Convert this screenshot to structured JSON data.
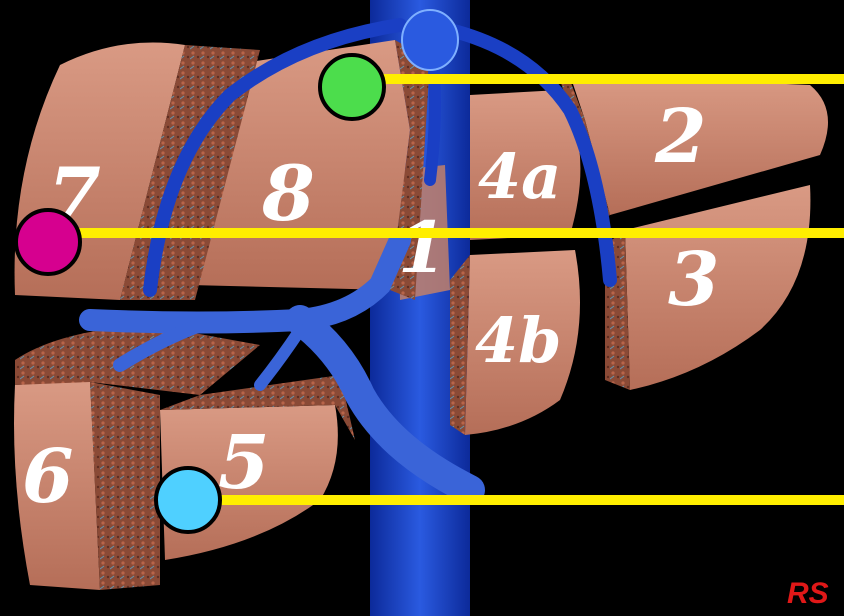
{
  "figure": {
    "segments": [
      {
        "id": "seg-1",
        "label": "1"
      },
      {
        "id": "seg-2",
        "label": "2"
      },
      {
        "id": "seg-3",
        "label": "3"
      },
      {
        "id": "seg-4a",
        "label": "4a"
      },
      {
        "id": "seg-4b",
        "label": "4b"
      },
      {
        "id": "seg-5",
        "label": "5"
      },
      {
        "id": "seg-6",
        "label": "6"
      },
      {
        "id": "seg-7",
        "label": "7"
      },
      {
        "id": "seg-8",
        "label": "8"
      }
    ],
    "markers": [
      {
        "id": "marker-green",
        "color": "#4cdd4c"
      },
      {
        "id": "marker-magenta",
        "color": "#d6008f"
      },
      {
        "id": "marker-cyan",
        "color": "#4fd0ff"
      }
    ],
    "pointer_line_color": "#ffee00",
    "vessel_color": "#1a3fc4",
    "parenchyma_color": "#c9806a",
    "signature": "RS",
    "signature_color": "#e01818"
  }
}
